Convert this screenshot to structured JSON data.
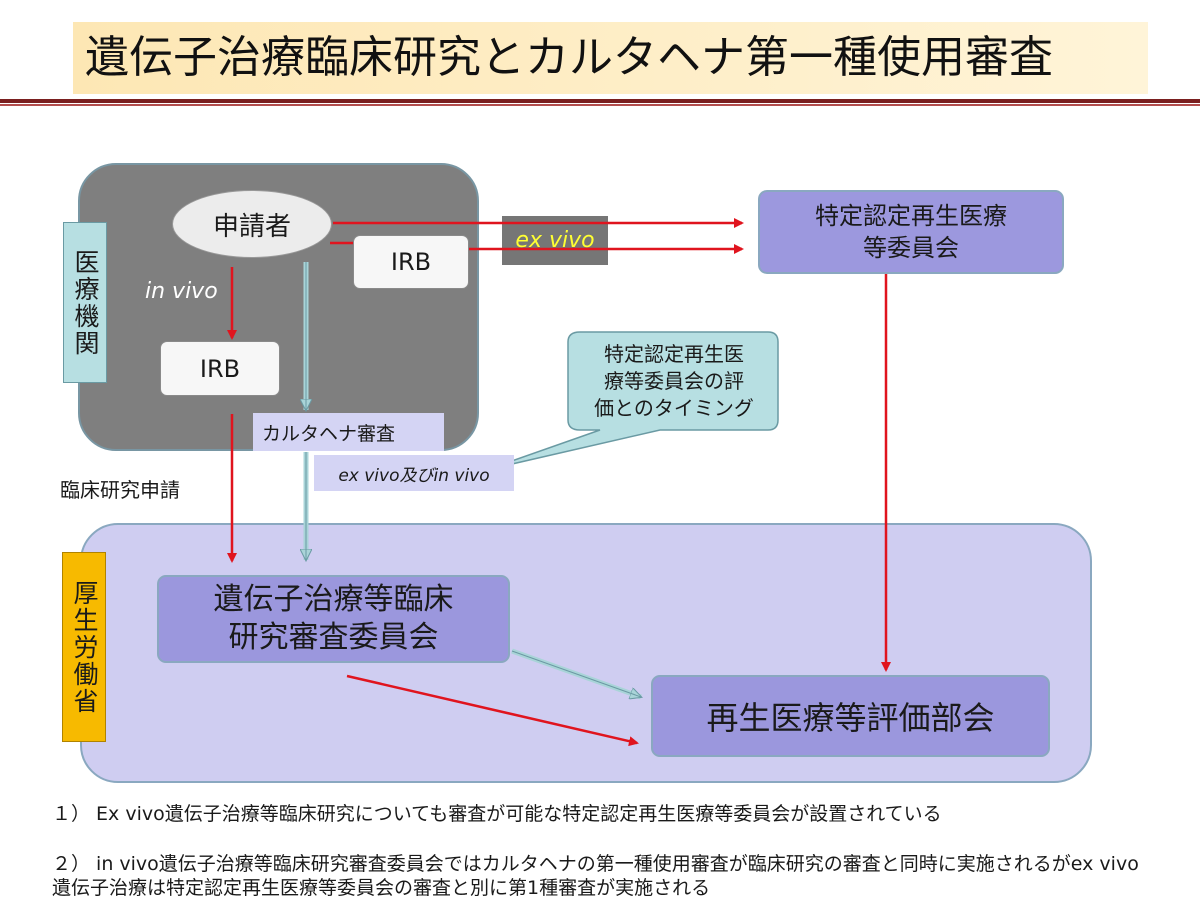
{
  "title": "遺伝子治療臨床研究とカルタヘナ第一種使用審査",
  "hospital": {
    "label": "医療機関",
    "applicant": "申請者",
    "irb_right": "IRB",
    "irb_left": "IRB",
    "in_vivo": "in vivo",
    "cartagena_review": "カルタヘナ審査"
  },
  "ex_vivo_label": "ex vivo",
  "committee_top": "特定認定再生医療\n等委員会",
  "callout": "特定認定再生医\n療等委員会の評\n価とのタイミング",
  "exvivo_invivo": "ex vivo及びin vivo",
  "clinical_application": "臨床研究申請",
  "mhlw": {
    "label": "厚生労働省",
    "gene_committee": "遺伝子治療等臨床\n研究審査委員会",
    "regen_subcommittee": "再生医療等評価部会"
  },
  "notes": [
    "１） Ex vivo遺伝子治療等臨床研究についても審査が可能な特定認定再生医療等委員会が設置されている",
    "２） in vivo遺伝子治療等臨床研究審査委員会ではカルタヘナの第一種使用審査が臨床研究の審査と同時に実施されるがex vivo遺伝子治療は特定認定再生医療等委員会の審査と別に第1種審査が実施される"
  ],
  "colors": {
    "title_bg": "#fde7b4",
    "rule": "#7a1f1f",
    "hospital_panel": "#7f7f7f",
    "hospital_label_bg": "#b7dfe2",
    "mhlw_label_bg": "#f7ba00",
    "mhlw_panel": "#cfcdf1",
    "committee_box": "#9b97dd",
    "callout_bg": "#b7dfe2",
    "red_arrow": "#e0141e",
    "teal_arrow": "#a9d4d8",
    "ex_vivo_text": "#ffff33"
  }
}
